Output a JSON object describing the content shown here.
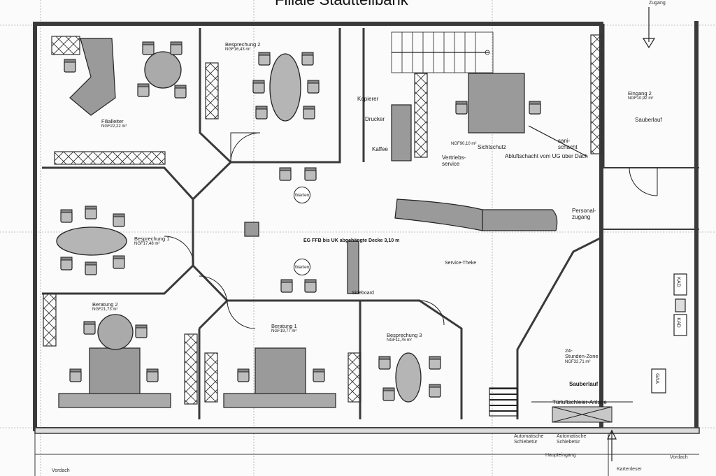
{
  "header": {
    "title_partial": "Filiale Stadtteilbank",
    "zugang_top": "Zugang"
  },
  "rooms": {
    "filialleiter": {
      "name": "Filialleiter",
      "area": "NGF22,22 m²"
    },
    "besprechung2": {
      "name": "Besprechung 2",
      "area": "NGF16,43 m²"
    },
    "besprechung1": {
      "name": "Besprechung 1",
      "area": "NGF17,48 m²"
    },
    "beratung2": {
      "name": "Beratung 2",
      "area": "NGF21,73 m²"
    },
    "beratung1": {
      "name": "Beratung 1",
      "area": "NGF19,77 m²"
    },
    "besprechung3": {
      "name": "Besprechung 3",
      "area": "NGF11,76 m²"
    },
    "eingang2": {
      "name": "Eingang 2",
      "area": "NGF10,92 m²"
    },
    "stundenzone": {
      "name": "24-\nStunden-Zone",
      "area": "NGF32,71 m²"
    },
    "vertrieb_area": "NGF90,10 m²"
  },
  "labels": {
    "kopierer": "Kopierer",
    "drucker": "Drucker",
    "kaffee": "Kaffee",
    "sichtschutz": "Sichtschutz",
    "vertriebsservice": "Vertriebs-\nservice",
    "sanischacht": "sani-\nschacht",
    "abluft": "Abluftschacht vom UG über Dach",
    "sauberlauf_top": "Sauberlauf",
    "personalzugang": "Personal-\nzugang",
    "decke": "EG FFB bis UK abgehängte Decke 3,10 m",
    "servicetheke": "Service-Theke",
    "sideboard": "Sideboard",
    "warten1": "Warten",
    "warten2": "Warten",
    "sauberlauf_bottom": "Sauberlauf",
    "tuerluftschleier": "Türluftschleier-Anlage",
    "autotuer1": "Automatische\nSchiebetür",
    "autotuer2": "Automatische\nSchiebetür",
    "haupteingang": "Haupteingang",
    "vordach_left": "Vordach",
    "vordach_right": "Vordach",
    "kartenleser": "Kartenleser",
    "kad": "KAD",
    "gaa": "GAA",
    "kad2": "KAD"
  },
  "colors": {
    "wall": "#3a3a3a",
    "furniture": "#9a9a9a",
    "furniture_light": "#c4c4c4",
    "line": "#222222",
    "gridline": "#777777"
  }
}
